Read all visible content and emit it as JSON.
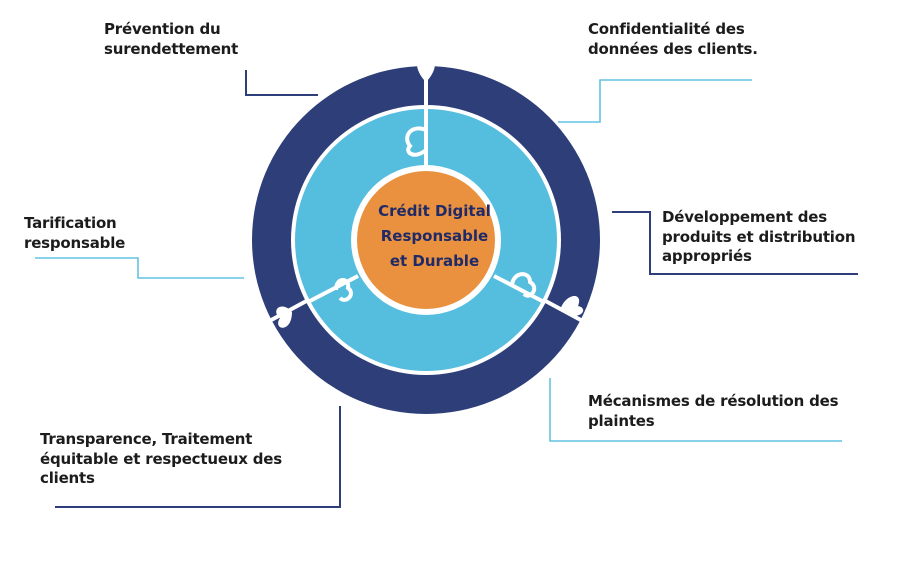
{
  "center": {
    "lines": [
      "Crédit Digital",
      "Responsable",
      "et Durable"
    ]
  },
  "labels": {
    "surendettement": [
      "Prévention du",
      "surendettement"
    ],
    "confidentialite": [
      "Confidentialité des",
      "données des clients."
    ],
    "tarification": [
      "Tarification",
      "responsable"
    ],
    "developpement": [
      "Développement des",
      "produits et distribution",
      "appropriés"
    ],
    "mecanismes": [
      "Mécanismes de résolution des",
      "plaintes"
    ],
    "transparence": [
      "Transparence, Traitement",
      "équitable et respectueux des",
      "clients"
    ]
  },
  "colors": {
    "outer_ring": "#2d3e78",
    "inner_ring": "#55bddd",
    "center_circle": "#e9913f",
    "center_text": "#1f2a66",
    "leader_light": "#63c3e2",
    "leader_dark": "#2d3e78"
  }
}
